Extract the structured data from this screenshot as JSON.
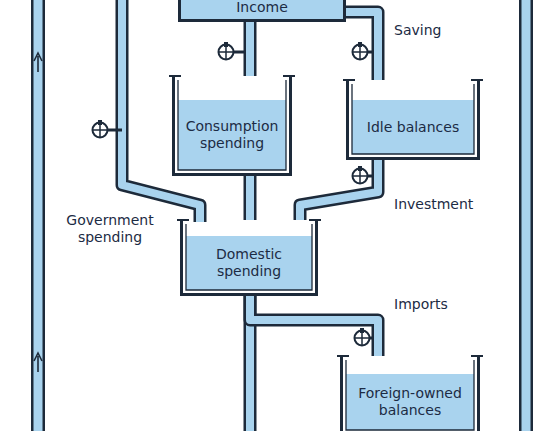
{
  "diagram": {
    "nodes": [
      {
        "text": [
          "Income"
        ]
      },
      {
        "text": [
          "Consumption spending"
        ]
      },
      {
        "text": [
          "Idle balances"
        ]
      },
      {
        "text": [
          "Domestic spending"
        ]
      },
      {
        "text": [
          "Foreign-owned balances"
        ]
      }
    ],
    "edges": [
      {
        "from": 0,
        "to": 1,
        "arrow": "none"
      },
      {
        "from": 0,
        "to": 2,
        "label": "Saving",
        "arrow": "none"
      },
      {
        "from": 1,
        "to": 3,
        "arrow": "none"
      },
      {
        "from": 2,
        "to": 3,
        "label": "Investment",
        "arrow": "none"
      },
      {
        "from": 3,
        "to": 4,
        "label": "Imports",
        "arrow": "none"
      }
    ],
    "labels": [
      "Government spending"
    ]
  }
}
